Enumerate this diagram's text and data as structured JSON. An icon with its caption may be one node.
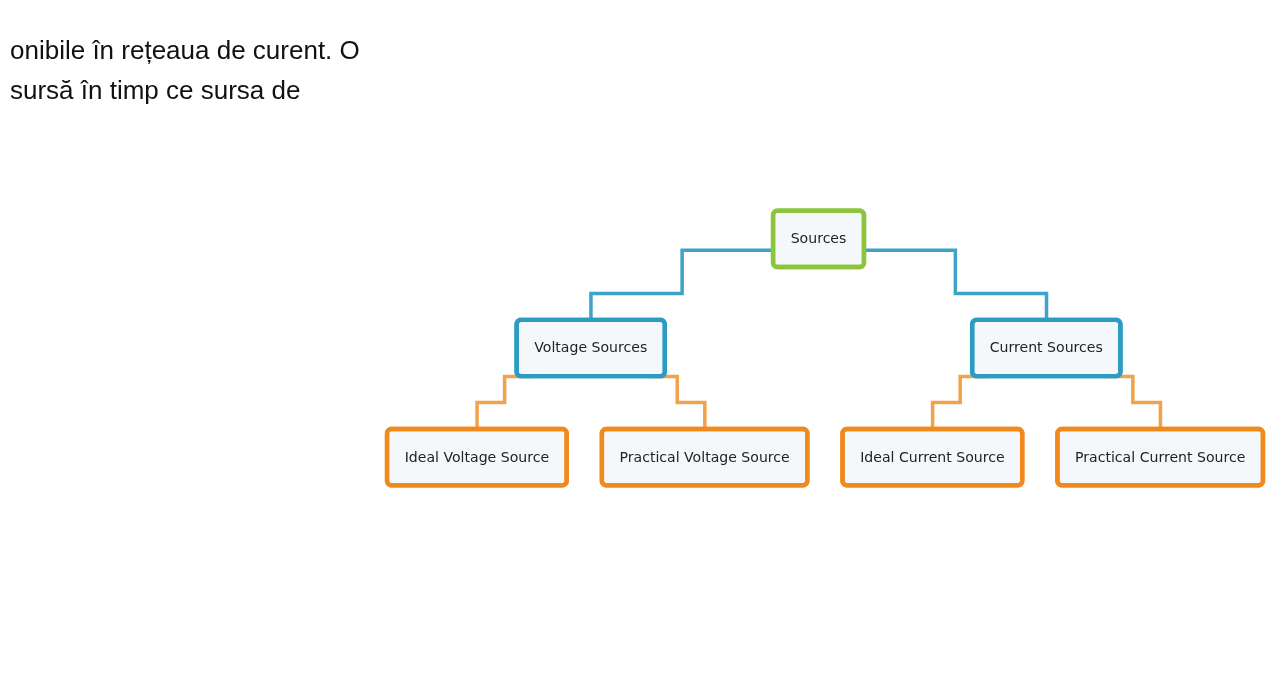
{
  "diagram": {
    "nodes": [
      {
        "text": [
          "Sources"
        ]
      },
      {
        "text": [
          "Voltage Sources"
        ]
      },
      {
        "text": [
          "Current Sources"
        ]
      },
      {
        "text": [
          "Ideal Voltage Source"
        ]
      },
      {
        "text": [
          "Practical Voltage Source"
        ]
      },
      {
        "text": [
          "Ideal Current Source"
        ]
      },
      {
        "text": [
          "Practical Current Source"
        ]
      }
    ],
    "edges": [
      {
        "from": 0,
        "to": 1,
        "arrow": "none",
        "color": "#3fa3c9"
      },
      {
        "from": 0,
        "to": 2,
        "arrow": "none",
        "color": "#3fa3c9"
      },
      {
        "from": 1,
        "to": 3,
        "arrow": "none"
      },
      {
        "from": 1,
        "to": 4,
        "arrow": "none"
      },
      {
        "from": 2,
        "to": 5,
        "arrow": "none"
      },
      {
        "from": 2,
        "to": 6,
        "arrow": "none"
      }
    ],
    "labels": [
      "onibile în rețeaua de curent. O sursă în timp ce sursa de"
    ]
  }
}
